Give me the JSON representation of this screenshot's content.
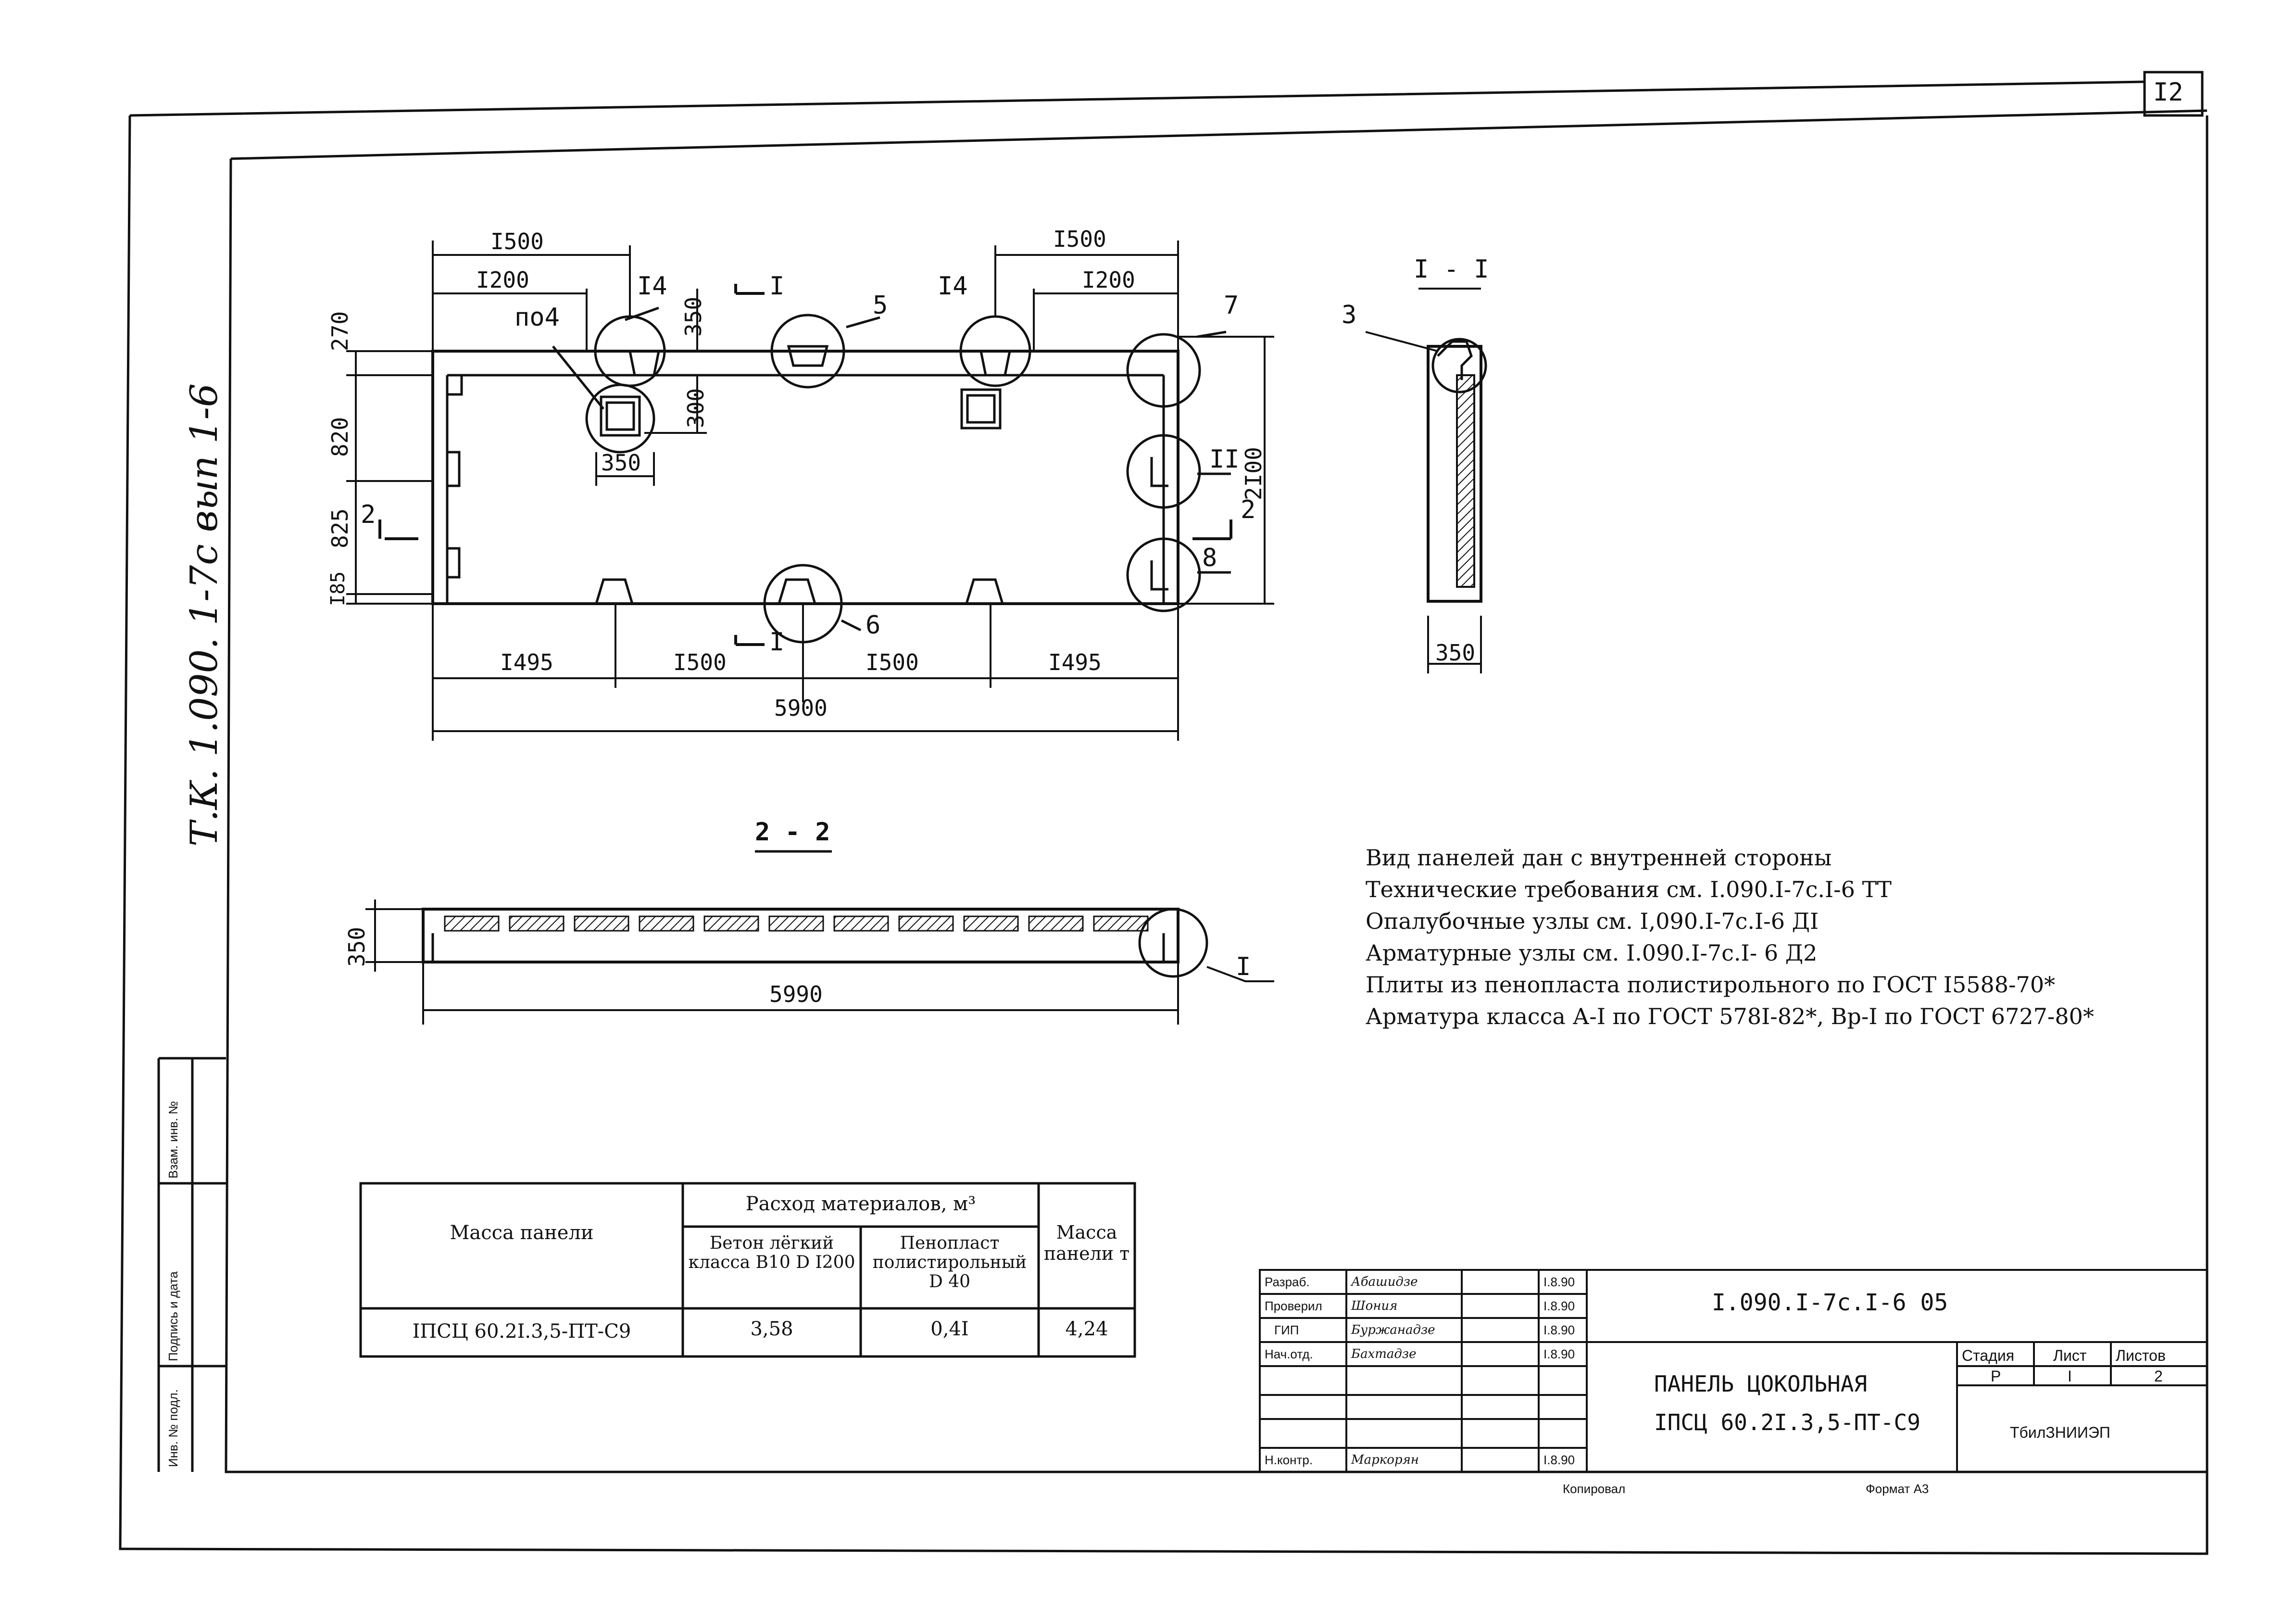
{
  "sheet": {
    "page_number": "I2",
    "margin_note": "Т.К. 1.090. 1-7с вып 1-6"
  },
  "plan_view": {
    "dims_top": {
      "left_1500": "I500",
      "left_1200": "I200",
      "right_1500": "I500",
      "right_1200": "I200",
      "d350": "350",
      "d300": "300",
      "w350": "350"
    },
    "dims_left": {
      "d270": "270",
      "d820": "820",
      "d825": "825",
      "d185": "I85"
    },
    "dim_right": "2I00",
    "dims_bottom": {
      "d1495a": "I495",
      "d1500a": "I500",
      "d1500b": "I500",
      "d1495b": "I495",
      "total": "5900"
    },
    "callouts": {
      "po4": "по4",
      "c14a": "I4",
      "c14b": "I4",
      "c5": "5",
      "c7": "7",
      "c6": "6",
      "c8": "8",
      "cII": "II",
      "sec1_top": "I",
      "sec1_bot": "I",
      "sec2_left": "2",
      "sec2_right": "2"
    }
  },
  "section_1": {
    "title": "I - I",
    "callout_3": "3",
    "width": "350"
  },
  "section_2": {
    "title": "2 - 2",
    "height": "350",
    "length": "5990",
    "callout_I": "I"
  },
  "notes": [
    "Вид панелей дан с внутренней стороны",
    "Технические требования см. I.090.I-7с.I-6 ТТ",
    "Опалубочные узлы см. I,090.I-7с.I-6 ДI",
    "Арматурные узлы см. I.090.I-7с.I- 6 Д2",
    "Плиты из пенопласта полистирольного по ГОСТ I5588-70*",
    "Арматура класса А-I по ГОСТ 578I-82*, Вр-I по ГОСТ 6727-80*"
  ],
  "materials_table": {
    "col_mass_panel": "Масса панели",
    "group_header": "Расход материалов, м³",
    "col_concrete": "Бетон лёгкий класса В10 D I200",
    "col_foam": "Пенопласт полистирольный D 40",
    "col_mass_t": "Масса панели т",
    "row": {
      "name": "IПСЦ 60.2I.3,5-ПТ-С9",
      "concrete": "3,58",
      "foam": "0,4I",
      "mass": "4,24"
    }
  },
  "left_strip": {
    "inv_podl": "Инв. № подл.",
    "podpis": "Подпись и дата",
    "vzam": "Взам. инв. №"
  },
  "title_block": {
    "doc_code": "I.090.I-7с.I-6 05",
    "title_line1": "ПАНЕЛЬ ЦОКОЛЬНАЯ",
    "title_line2": "IПСЦ 60.2I.3,5-ПТ-С9",
    "roles": [
      {
        "role": "Разраб.",
        "name": "Абашидзе",
        "date": "I.8.90"
      },
      {
        "role": "Проверил",
        "name": "Шония",
        "date": "I.8.90"
      },
      {
        "role": "ГИП",
        "name": "Буржанадзе",
        "date": "I.8.90"
      },
      {
        "role": "Нач.отд.",
        "name": "Бахтадзе",
        "date": "I.8.90"
      },
      {
        "role": "Н.контр.",
        "name": "Маркорян",
        "date": "I.8.90"
      }
    ],
    "stage_header": "Стадия",
    "sheet_header": "Лист",
    "sheets_header": "Листов",
    "stage": "Р",
    "sheet": "I",
    "sheets": "2",
    "org": "ТбилЗНИИЭП",
    "copied": "Копировал",
    "format": "Формат А3"
  }
}
